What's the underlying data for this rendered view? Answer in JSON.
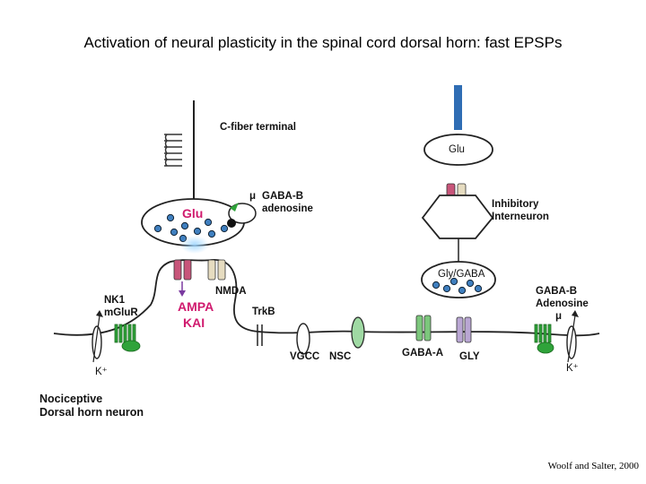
{
  "title": "Activation of neural plasticity in the spinal cord dorsal horn: fast EPSPs",
  "labels": {
    "c_fiber_terminal": "C-fiber terminal",
    "glu_terminal": "Glu",
    "mu_left": "μ",
    "gaba_b_left": "GABA-B",
    "adenosine_left": "adenosine",
    "glu_inhibitory": "Glu",
    "inhibitory_line1": "Inhibitory",
    "inhibitory_line2": "Interneuron",
    "gly_gaba": "Gly/GABA",
    "nk1": "NK1",
    "mglur": "mGluR",
    "nmda": "NMDA",
    "ampa": "AMPA",
    "kai": "KAI",
    "trkb": "TrkB",
    "k_left": "K⁺",
    "vgcc": "VGCC",
    "nsc": "NSC",
    "gaba_a": "GABA-A",
    "gly": "GLY",
    "gaba_b_right": "GABA-B",
    "adenosine_right": "Adenosine",
    "mu_right": "μ",
    "k_right": "K⁺",
    "neuron_line1": "Nociceptive",
    "neuron_line2": "Dorsal horn neuron"
  },
  "citation": "Woolf and Salter, 2000",
  "colors": {
    "ampa_text": "#d01a6e",
    "glu_text": "#d01a6e",
    "vesicle_fill": "#3f7fbf",
    "receptor_pink": "#c8557a",
    "receptor_beige": "#e6dcc0",
    "receptor_green": "#7cc77c",
    "receptor_lilac": "#b9a6d3",
    "green_protein": "#2fa33a",
    "blue_axon": "#2f6db4"
  }
}
